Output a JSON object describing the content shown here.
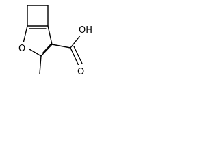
{
  "molecule": {
    "atoms": {
      "ring_oxygen": "O",
      "hydroxyl": "OH",
      "carbonyl_oxygen": "O"
    },
    "colors": {
      "bond": "#000000",
      "background": "#ffffff"
    }
  }
}
